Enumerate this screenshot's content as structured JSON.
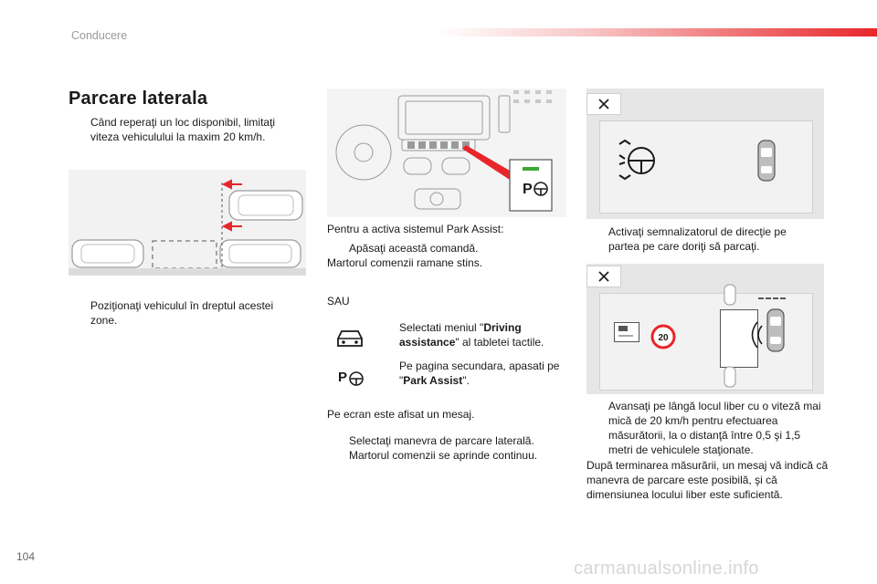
{
  "header": {
    "section": "Conducere"
  },
  "title": "Parcare laterala",
  "bullet_symbol": "",
  "col1": {
    "step1": "Când reperaţi un loc disponibil, limitaţi viteza vehiculului la maxim 20 km/h.",
    "step2": "Poziţionaţi vehiculul în dreptul acestei zone."
  },
  "col2": {
    "intro": "Pentru a activa sistemul Park Assist:",
    "press": "Apăsaţi această comandă.",
    "lamp_off": "Martorul comenzii ramane stins.",
    "or": "SAU",
    "menu_prefix": "Selectati meniul \"",
    "menu_bold": "Driving assistance",
    "menu_suffix": "\" al tabletei tactile.",
    "secondary_prefix": "Pe pagina secundara, apasati pe \"",
    "secondary_bold": "Park Assist",
    "secondary_suffix": "\".",
    "message": "Pe ecran este afisat un mesaj.",
    "select": "Selectaţi manevra de parcare laterală.",
    "lamp_on": "Martorul comenzii se aprinde continuu."
  },
  "col3": {
    "indicator": "Activaţi semnalizatorul de direcţie pe partea pe care doriţi să parcaţi.",
    "advance": "Avansaţi pe lângă locul liber cu o viteză mai mică de 20 km/h pentru efectuarea măsurătorii, la o distanţă între 0,5 şi 1,5 metri de vehiculele staţionate.",
    "result": "După terminarea măsurării, un mesaj vă indică că manevra de parcare este posibilă, şi că dimensiunea locului liber este suficientă."
  },
  "screen": {
    "speed_sign": "20"
  },
  "page_number": "104",
  "footer_watermark": "carmanualsonline.info",
  "colors": {
    "accent_red": "#e8262a",
    "lamp_green": "#3aaa35",
    "illustration_bg": "#f2f2f2"
  },
  "icons": [
    "parking-illustration",
    "dashboard-illustration",
    "park-assist-button-icon",
    "close-icon",
    "steering-wheel-icon",
    "car-top-view-icon",
    "car-menu-icon",
    "park-assist-icon",
    "speed-limit-icon",
    "parking-sensor-waves-icon"
  ]
}
